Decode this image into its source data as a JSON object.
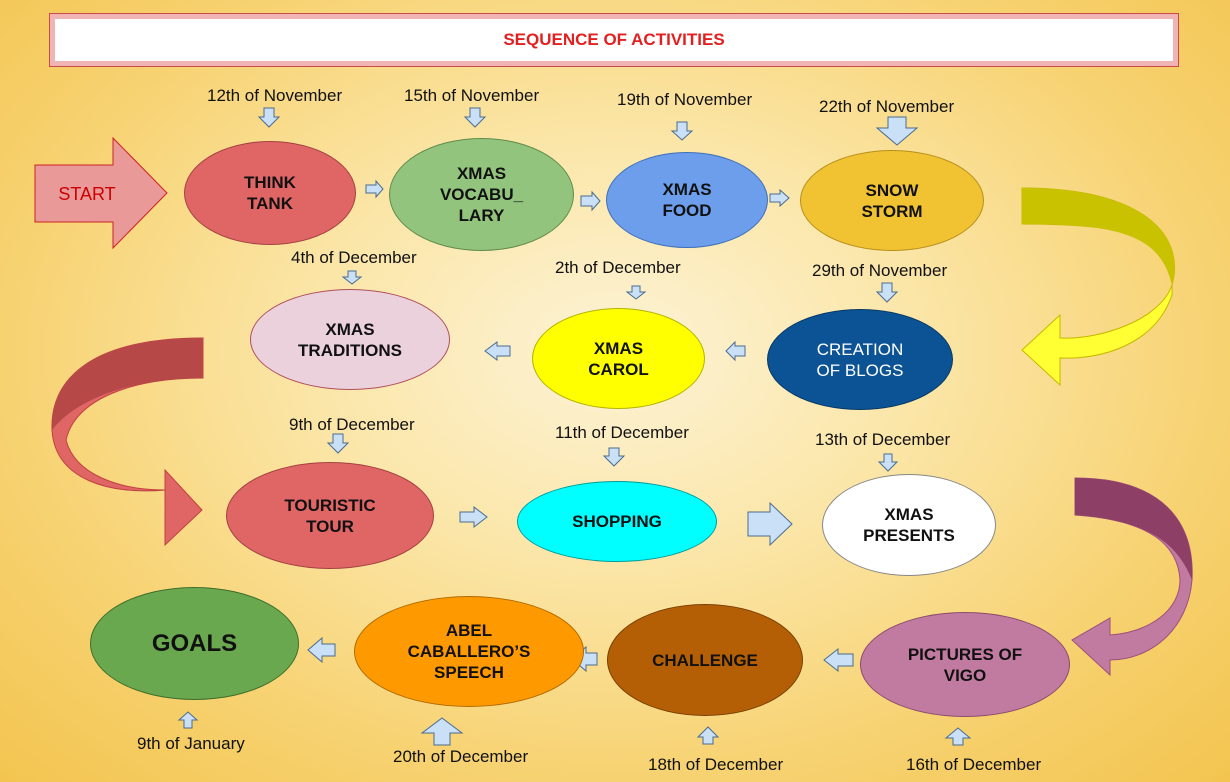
{
  "title": "SEQUENCE OF ACTIVITIES",
  "start": "START",
  "colors": {
    "title_text": "#e32020",
    "accent_arrow": "#c9e0f6"
  },
  "nodes": [
    {
      "id": "think-tank",
      "label": "THINK\nTANK",
      "date": "12th of November",
      "color": "#e06666"
    },
    {
      "id": "xmas-vocabulary",
      "label": "XMAS\nVOCABU_\nLARY",
      "date": "15th of November",
      "color": "#93c47d"
    },
    {
      "id": "xmas-food",
      "label": "XMAS\nFOOD",
      "date": "19th of November",
      "color": "#6d9eeb"
    },
    {
      "id": "snow-storm",
      "label": "SNOW\nSTORM",
      "date": "22th of November",
      "color": "#f1c232"
    },
    {
      "id": "creation-of-blogs",
      "label": "CREATION\nOF BLOGS",
      "date": "29th of November",
      "color": "#0b5394"
    },
    {
      "id": "xmas-carol",
      "label": "XMAS\nCAROL",
      "date": "2th of December",
      "color": "#ffff00"
    },
    {
      "id": "xmas-traditions",
      "label": "XMAS\nTRADITIONS",
      "date": "4th of December",
      "color": "#ead1dc"
    },
    {
      "id": "touristic-tour",
      "label": "TOURISTIC\nTOUR",
      "date": "9th of December",
      "color": "#e06666"
    },
    {
      "id": "shopping",
      "label": "SHOPPING",
      "date": "11th of December",
      "color": "#00ffff"
    },
    {
      "id": "xmas-presents",
      "label": "XMAS\nPRESENTS",
      "date": "13th of December",
      "color": "#ffffff"
    },
    {
      "id": "pictures-of-vigo",
      "label": "PICTURES OF\nVIGO",
      "date": "16th of December",
      "color": "#c27ba0"
    },
    {
      "id": "challenge",
      "label": "CHALLENGE",
      "date": "18th of December",
      "color": "#b45f06"
    },
    {
      "id": "abel-caballeros-speech",
      "label": "ABEL\nCABALLERO’S\nSPEECH",
      "date": "20th of December",
      "color": "#ff9900"
    },
    {
      "id": "goals",
      "label": "GOALS",
      "date": "9th of January",
      "color": "#6aa84f"
    }
  ]
}
